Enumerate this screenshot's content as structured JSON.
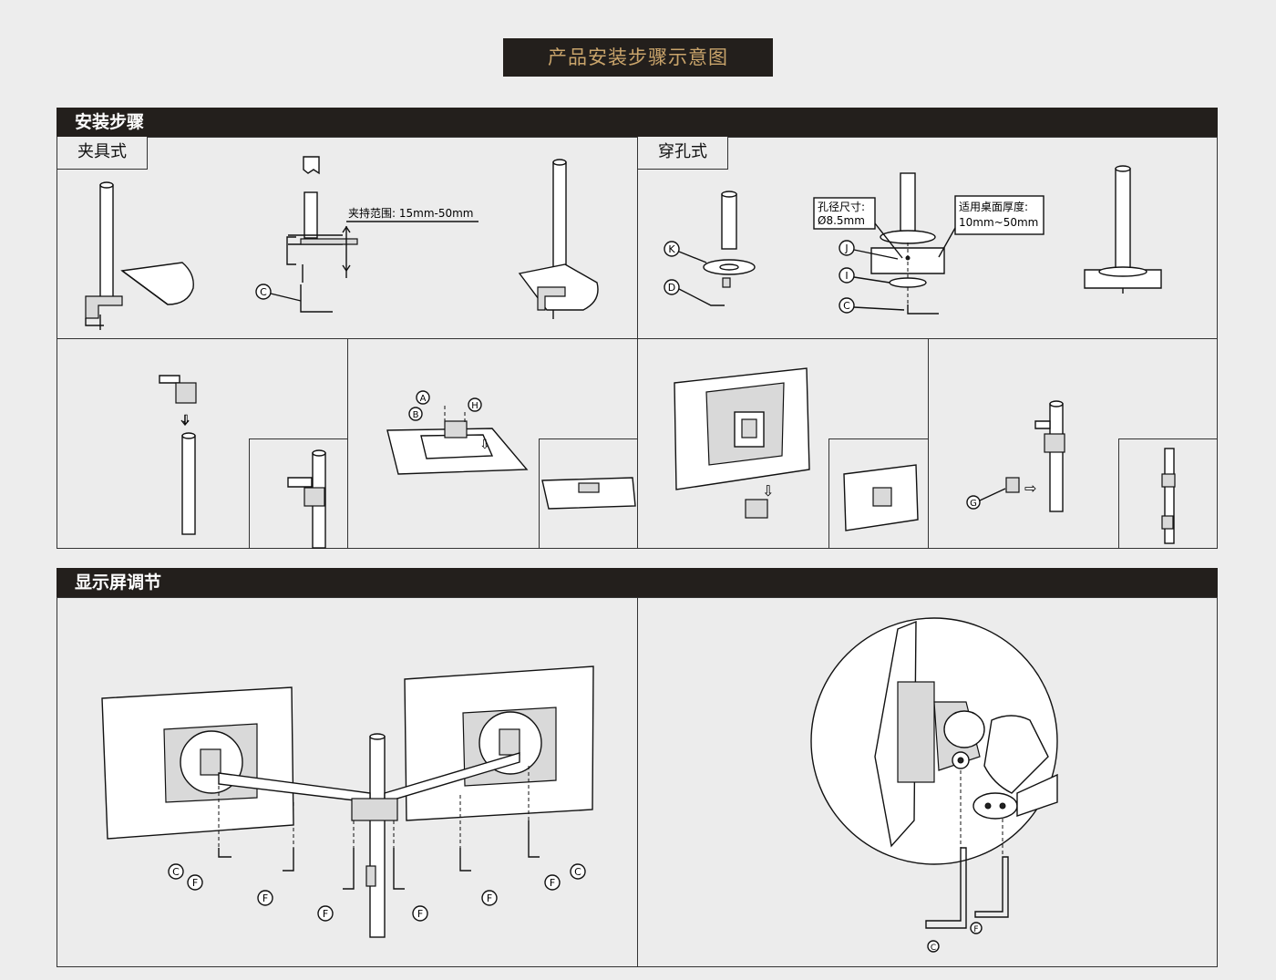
{
  "header": {
    "title": "产品安装步骤示意图"
  },
  "sections": {
    "install": {
      "title": "安装步骤",
      "clamp_tab": "夹具式",
      "grommet_tab": "穿孔式",
      "clamp_range": "夹持范围: 15mm-50mm",
      "hole_size_label": "孔径尺寸:",
      "hole_size_value": "Ø8.5mm",
      "desk_thickness_label": "适用桌面厚度:",
      "desk_thickness_value": "10mm~50mm"
    },
    "adjust": {
      "title": "显示屏调节"
    }
  },
  "parts": {
    "A": "A",
    "B": "B",
    "C": "C",
    "D": "D",
    "F": "F",
    "G": "G",
    "H": "H",
    "I": "I",
    "J": "J",
    "K": "K"
  }
}
